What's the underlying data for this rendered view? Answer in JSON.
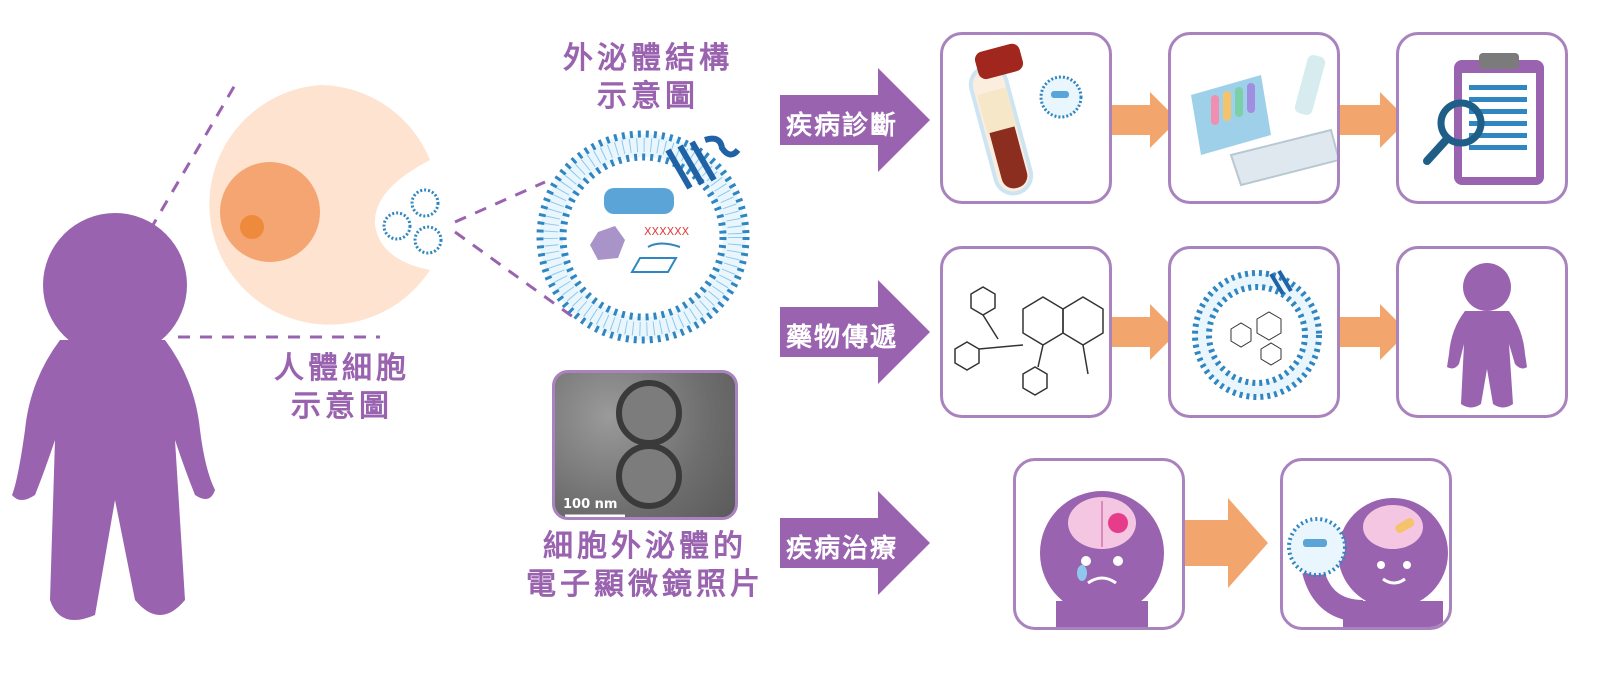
{
  "labels": {
    "human_cell": [
      "人體細胞",
      "示意圖"
    ],
    "exosome_structure": [
      "外泌體結構",
      "示意圖"
    ],
    "em_photo": [
      "細胞外泌體的",
      "電子顯微鏡照片"
    ],
    "scale_bar": "100 nm"
  },
  "rows": [
    {
      "label": "疾病診斷",
      "icon": "diagnosis-icon"
    },
    {
      "label": "藥物傳遞",
      "icon": "drug-delivery-icon"
    },
    {
      "label": "疾病治療",
      "icon": "treatment-icon"
    }
  ],
  "colors": {
    "purple": "#9a63b0",
    "panel_border": "#a883bd",
    "orange_arrow": "#f2a66e",
    "cell": "#fde3d0",
    "nucleus": "#f5a572",
    "membrane": "#2f86c0"
  }
}
